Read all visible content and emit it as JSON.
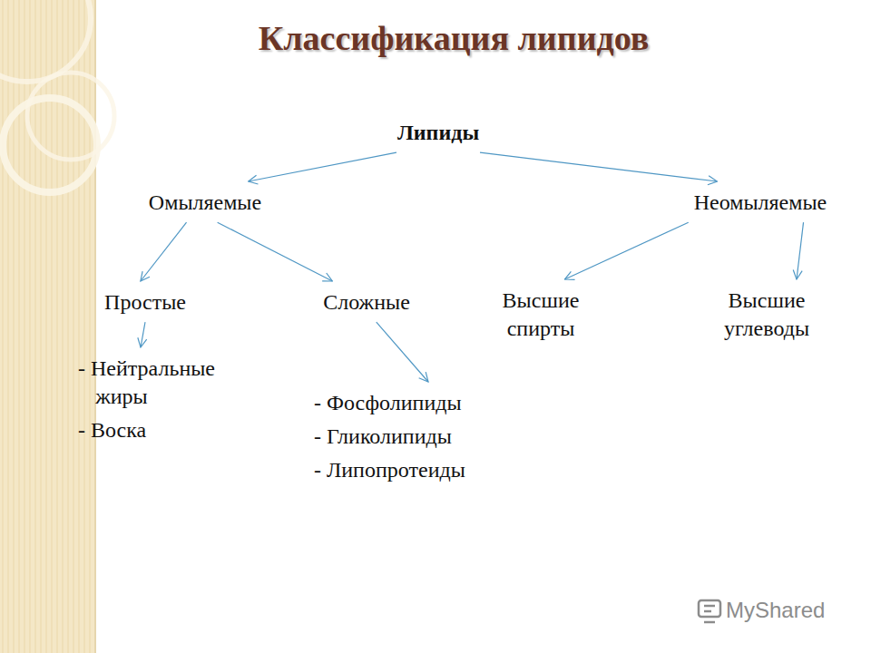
{
  "diagram": {
    "title": "Классификация липидов",
    "nodes": [
      {
        "text": [
          "Липиды"
        ]
      },
      {
        "text": [
          "Омыляемые"
        ]
      },
      {
        "text": [
          "Неомыляемые"
        ]
      },
      {
        "text": [
          "Простые"
        ]
      },
      {
        "text": [
          "Сложные"
        ]
      },
      {
        "text": [
          "Высшие спирты"
        ]
      },
      {
        "text": [
          "Высшие углеводы"
        ]
      },
      {
        "text": [
          "- Нейтральные жиры",
          "- Воска"
        ]
      },
      {
        "text": [
          "- Фосфолипиды",
          "- Гликолипиды",
          "- Липопротеиды"
        ]
      }
    ],
    "edges": [
      {
        "from": 0,
        "to": 1,
        "arrow": "to"
      },
      {
        "from": 0,
        "to": 2,
        "arrow": "to"
      },
      {
        "from": 1,
        "to": 3,
        "arrow": "to"
      },
      {
        "from": 1,
        "to": 4,
        "arrow": "to"
      },
      {
        "from": 2,
        "to": 5,
        "arrow": "to"
      },
      {
        "from": 2,
        "to": 6,
        "arrow": "to"
      },
      {
        "from": 3,
        "to": 7,
        "arrow": "to"
      },
      {
        "from": 4,
        "to": 8,
        "arrow": "to"
      }
    ],
    "labels": [
      "MyShared"
    ]
  }
}
